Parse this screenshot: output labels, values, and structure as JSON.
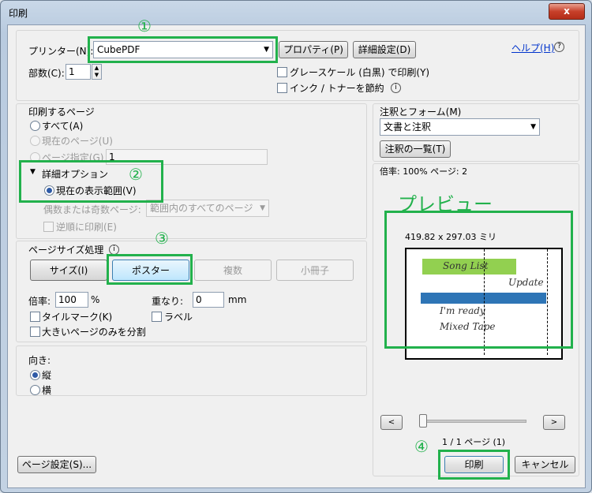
{
  "window": {
    "title": "印刷",
    "close_label": "x"
  },
  "printer": {
    "label": "プリンター(N):",
    "value": "CubePDF",
    "properties_label": "プロパティ(P)",
    "advanced_label": "詳細設定(D)",
    "help_label": "ヘルプ(H)",
    "copies_label": "部数(C):",
    "copies_value": "1",
    "grayscale_label": "グレースケール (白黒) で印刷(Y)",
    "save_ink_label": "インク / トナーを節約"
  },
  "pages": {
    "heading": "印刷するページ",
    "all": "すべて(A)",
    "current": "現在のページ(U)",
    "range": "ページ指定(G)",
    "range_value": "1",
    "more_options": "詳細オプション",
    "current_view": "現在の表示範囲(V)",
    "odd_even_label": "偶数または奇数ページ:",
    "odd_even_value": "範囲内のすべてのページ",
    "reverse": "逆順に印刷(E)"
  },
  "page_sizing": {
    "heading": "ページサイズ処理",
    "size": "サイズ(I)",
    "poster": "ポスター",
    "multiple": "複数",
    "booklet": "小冊子",
    "scale_label": "倍率:",
    "scale_value": "100",
    "scale_unit": "%",
    "overlap_label": "重なり:",
    "overlap_value": "0",
    "overlap_unit": "mm",
    "tile_marks": "タイルマーク(K)",
    "labels": "ラベル",
    "tile_large": "大きいページのみを分割"
  },
  "orientation": {
    "heading": "向き:",
    "portrait": "縦",
    "landscape": "横"
  },
  "comments": {
    "heading": "注釈とフォーム(M)",
    "value": "文書と注釈",
    "summary_button": "注釈の一覧(T)"
  },
  "preview": {
    "info": "倍率: 100% ページ: 2",
    "annotation": "プレビュー",
    "size_text": "419.82 x 297.03 ミリ",
    "song_list": "Song List",
    "update": "Update",
    "im_ready": "I'm ready",
    "mixed_tape": "Mixed Tape",
    "prev": "<",
    "next": ">",
    "page_count": "1 / 1 ページ (1)"
  },
  "footer": {
    "page_setup": "ページ設定(S)...",
    "print": "印刷",
    "cancel": "キャンセル"
  },
  "markers": {
    "m1": "①",
    "m2": "②",
    "m3": "③",
    "m4": "④"
  },
  "colors": {
    "highlight_green": "#22b14c",
    "song_bar": "#92d050",
    "blue_bar": "#2e75b6"
  }
}
